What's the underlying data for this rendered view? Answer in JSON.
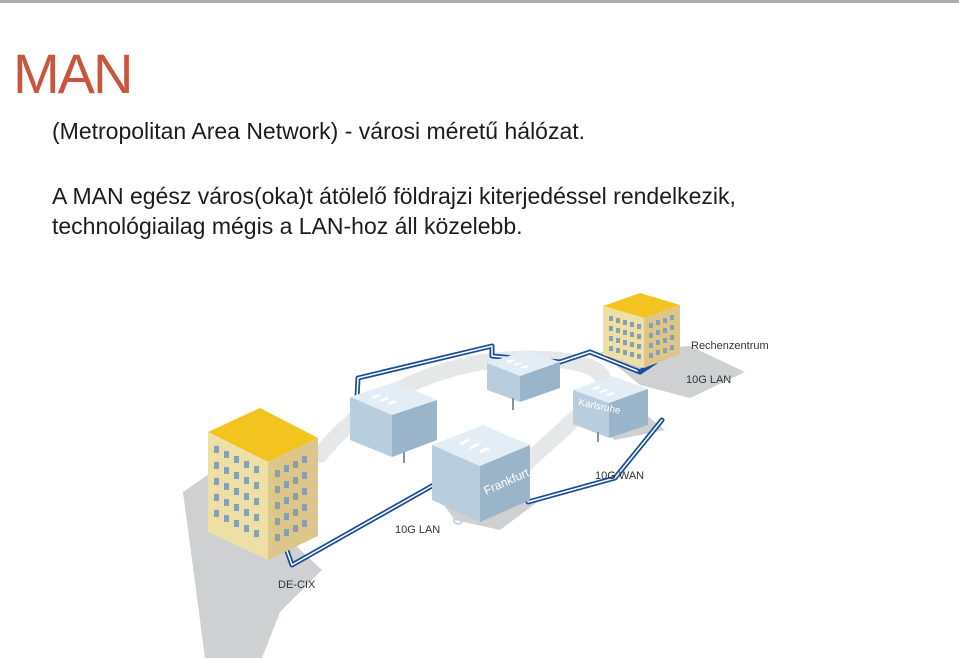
{
  "slide": {
    "title": "MAN",
    "subtitle": "(Metropolitan Area Network) - városi méretű hálózat.",
    "description_lines": [
      "A MAN egész város(oka)t átölelő földrajzi kiterjedéssel rendelkezik,",
      "technológiailag mégis a LAN-hoz áll közelebb."
    ]
  },
  "diagram": {
    "labels": {
      "rechenzentrum": "Rechenzentrum",
      "link_10g_lan_top": "10G LAN",
      "karlsruhe": "Karlsruhe",
      "frankfurt": "Frankfurt",
      "link_10g_wan": "10G WAN",
      "link_10g_lan_bottom": "10G LAN",
      "de_cix": "DE-CIX"
    },
    "colors": {
      "link": "#1a4e96",
      "switch_top": "#e2edf5",
      "switch_left": "#b8cddd",
      "switch_right": "#9ab4c9",
      "building_roof": "#f3c420",
      "building_face_left": "#eedfa6",
      "building_face_right": "#dcc689",
      "shadow": "#cfd0d1",
      "title": "#c8563f"
    }
  }
}
